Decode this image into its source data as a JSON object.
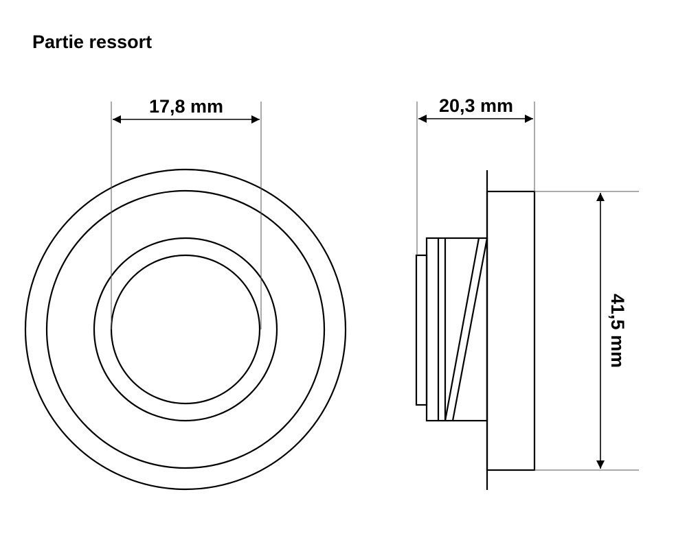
{
  "title": "Partie ressort",
  "dimensions": {
    "inner_diameter": "17,8 mm",
    "depth": "20,3 mm",
    "outer_diameter": "41,5 mm"
  },
  "colors": {
    "line": "#000000",
    "extension_line": "#555555",
    "background": "#ffffff"
  }
}
